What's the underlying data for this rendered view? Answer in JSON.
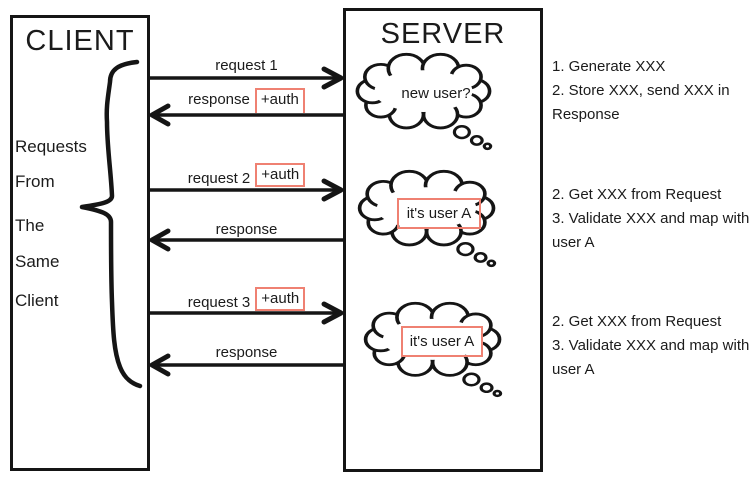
{
  "diagram": {
    "client": {
      "title": "CLIENT",
      "brace_labels": [
        "Requests",
        "From",
        "The",
        "Same",
        "Client"
      ]
    },
    "server": {
      "title": "SERVER"
    },
    "arrows": [
      {
        "label": "request 1",
        "direction": "right"
      },
      {
        "label": "response",
        "auth": "+auth",
        "direction": "left"
      },
      {
        "label": "request 2",
        "auth": "+auth",
        "direction": "right"
      },
      {
        "label": "response",
        "direction": "left"
      },
      {
        "label": "request 3",
        "auth": "+auth",
        "direction": "right"
      },
      {
        "label": "response",
        "direction": "left"
      }
    ],
    "clouds": [
      {
        "text": "new user?",
        "boxed": false
      },
      {
        "text": "it's user A",
        "boxed": true
      },
      {
        "text": "it's user A",
        "boxed": true
      }
    ],
    "annotations": [
      {
        "lines": [
          "1. Generate XXX",
          "2. Store XXX, send XXX in",
          "Response"
        ]
      },
      {
        "lines": [
          "2. Get XXX from Request",
          "3. Validate XXX and map with",
          "user A"
        ]
      },
      {
        "lines": [
          "2. Get XXX from Request",
          "3. Validate XXX and map with",
          "user A"
        ]
      }
    ],
    "colors": {
      "ink": "#151515",
      "highlight": "#ef8172"
    }
  }
}
